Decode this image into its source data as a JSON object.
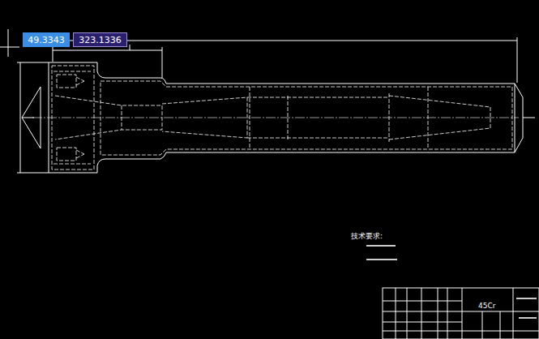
{
  "diagram": {
    "nodes": [
      {
        "text": [
          "49.3343"
        ]
      },
      {
        "text": [
          "323.1336"
        ]
      }
    ],
    "labels": [
      "技术要求:",
      "45Cr"
    ]
  }
}
